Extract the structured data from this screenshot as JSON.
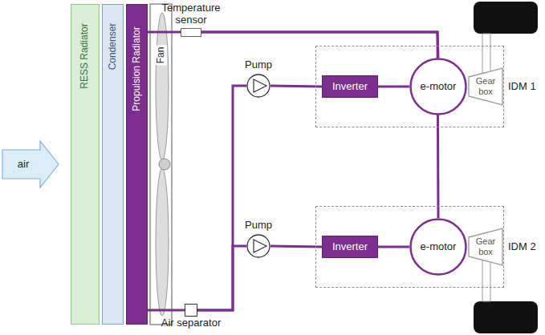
{
  "diagram": {
    "nodes": [
      {
        "text": [
          "air"
        ]
      },
      {
        "text": [
          "RESS Radiator"
        ]
      },
      {
        "text": [
          "Condenser"
        ]
      },
      {
        "text": [
          "Propulsion Radiator"
        ]
      },
      {
        "text": [
          "Fan"
        ]
      },
      {
        "text": [
          "Temperature sensor"
        ]
      },
      {
        "text": [
          "Pump"
        ]
      },
      {
        "text": [
          "IDM 1"
        ]
      },
      {
        "text": [
          "Inverter"
        ],
        "in": 7
      },
      {
        "text": [
          "e-motor"
        ],
        "in": 7
      },
      {
        "text": [
          "Gear box"
        ],
        "in": 7
      },
      {
        "text": [
          "Pump"
        ]
      },
      {
        "text": [
          "IDM 2"
        ]
      },
      {
        "text": [
          "Inverter"
        ],
        "in": 12
      },
      {
        "text": [
          "e-motor"
        ],
        "in": 12
      },
      {
        "text": [
          "Gear box"
        ],
        "in": 12
      },
      {
        "text": [
          "Air separator"
        ]
      }
    ],
    "edges": [
      {
        "from": 3,
        "to": 5,
        "arrow": "none"
      },
      {
        "from": 5,
        "to": 9,
        "arrow": "none"
      },
      {
        "from": 5,
        "to": 14,
        "arrow": "none"
      },
      {
        "from": 3,
        "to": 16,
        "arrow": "none"
      },
      {
        "from": 16,
        "to": 6,
        "arrow": "none"
      },
      {
        "from": 16,
        "to": 11,
        "arrow": "none"
      },
      {
        "from": 6,
        "to": 8,
        "arrow": "none"
      },
      {
        "from": 8,
        "to": 9,
        "arrow": "none"
      },
      {
        "from": 11,
        "to": 13,
        "arrow": "none"
      },
      {
        "from": 13,
        "to": 14,
        "arrow": "none"
      }
    ]
  }
}
